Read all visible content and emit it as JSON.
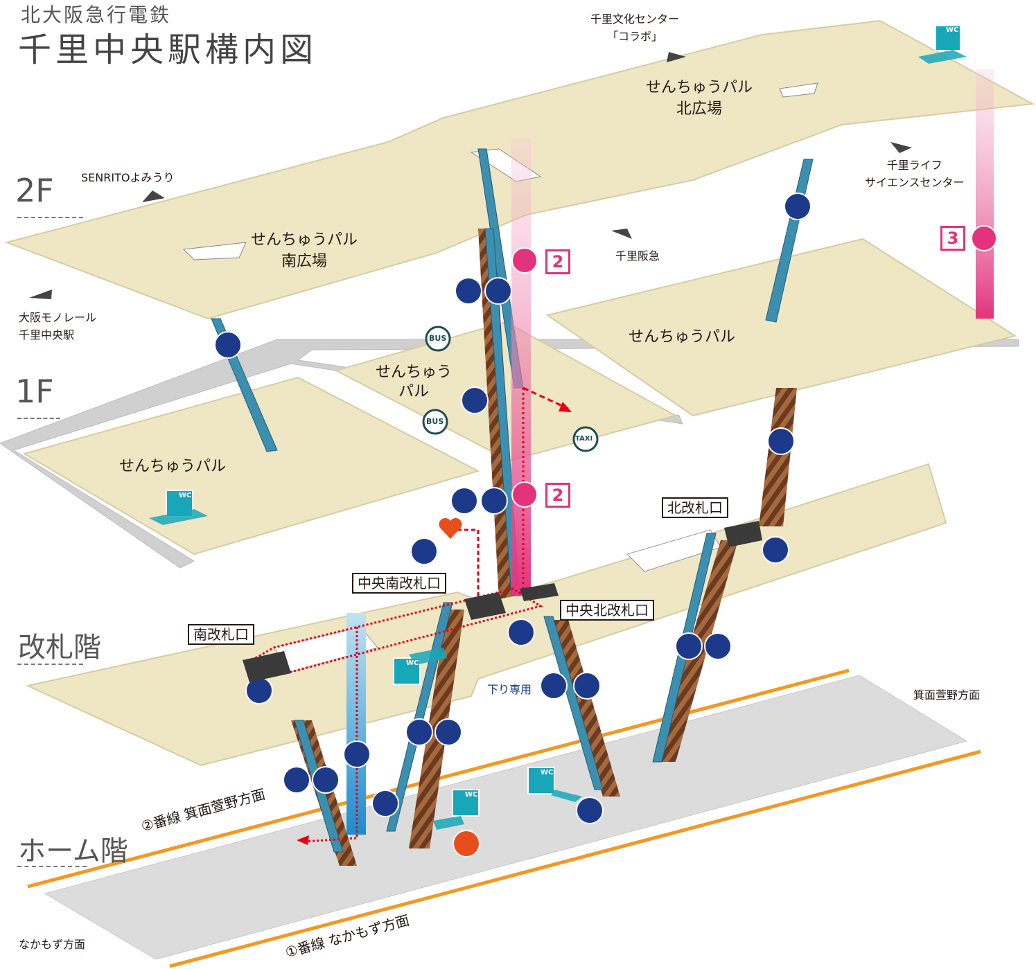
{
  "header": {
    "company": "北大阪急行電鉄",
    "title": "千里中央駅構内図"
  },
  "floors": {
    "f2": "2F",
    "f1": "1F",
    "gate": "改札階",
    "platform": "ホーム階"
  },
  "areas": {
    "f2_south": "せんちゅうパル\n南広場",
    "f2_north": "せんちゅうパル\n北広場",
    "f2_east": "せんちゅうパル",
    "f1_west": "せんちゅうパル",
    "f1_center": "せんちゅう\nパル"
  },
  "destinations": {
    "collabo": "千里文化センター\n「コラボ」",
    "senrito": "SENRITOよみうり",
    "monorail": "大阪モノレール\n千里中央駅",
    "hankyu": "千里阪急",
    "lifescience": "千里ライフ\nサイエンスセンター"
  },
  "gates": {
    "north": "北改札口",
    "center_south": "中央南改札口",
    "center_north": "中央北改札口",
    "south": "南改札口"
  },
  "elevator_numbers": {
    "e3": "3",
    "e2_upper": "2",
    "e2_lower": "2"
  },
  "labels": {
    "down_only": "下り専用",
    "bus": "BUS",
    "taxi": "TAXI",
    "wc": "WC"
  },
  "tracks": {
    "track2": "②番線 箕面萱野方面",
    "track1": "①番線 なかもず方面",
    "right_dir": "箕面萱野方面",
    "left_dir": "なかもず方面"
  },
  "colors": {
    "floor": "#efe6c4",
    "floor_edge": "#d6cca4",
    "escalator": "#3d8fb0",
    "stair": "#6b3a1f",
    "elevator": "#e2337c",
    "icon_navy": "#1d3a8a",
    "wc_teal": "#17a7b8",
    "rail": "#f39822",
    "platform": "#dcdcdc",
    "route_red": "#e60012"
  }
}
